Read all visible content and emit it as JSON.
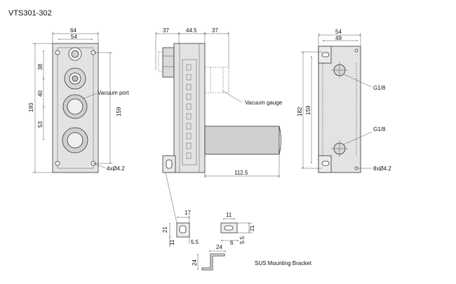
{
  "title": "VTS301-302",
  "colors": {
    "body_fill": "#e3e3e3",
    "cylinder_fill": "#d0d0d0",
    "line": "#333333",
    "background": "#ffffff"
  },
  "front_view": {
    "width_outer": "64",
    "width_inner": "54",
    "height_total": "193",
    "seg_top": "38",
    "seg_mid": "40",
    "seg_low": "53",
    "height_inner": "159",
    "vacuum_port_label": "Vacuum port",
    "holes_label": "4xØ4.2"
  },
  "side_view": {
    "left_width": "37",
    "center_width": "44.5",
    "right_width": "37",
    "gauge_label": "Vacuum gauge",
    "length": "112.5"
  },
  "rear_view": {
    "width_outer": "54",
    "width_inner": "49",
    "height_outer": "182",
    "height_inner": "159",
    "thread_top": "G1/8",
    "thread_bottom": "G1/8",
    "holes_label": "8xØ4.2"
  },
  "bracket": {
    "left_width": "17",
    "left_height": "21",
    "left_offset": "11",
    "left_thickness": "5.5",
    "right_width": "11",
    "right_offset": "6",
    "right_height": "21",
    "right_thickness": "5.5",
    "bottom_width": "24",
    "bottom_height": "24",
    "caption": "SUS Mounting Bracket"
  }
}
